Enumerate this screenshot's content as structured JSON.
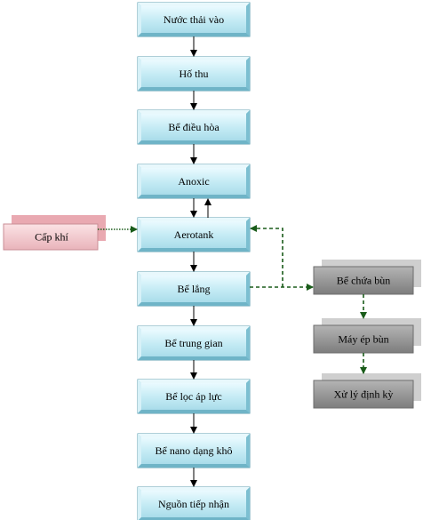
{
  "process_steps": [
    {
      "key": "nuoc-thai-vao",
      "label": "Nước thải vào"
    },
    {
      "key": "ho-thu",
      "label": "Hố thu"
    },
    {
      "key": "be-dieu-hoa",
      "label": "Bể điều hòa"
    },
    {
      "key": "anoxic",
      "label": "Anoxic"
    },
    {
      "key": "aerotank",
      "label": "Aerotank"
    },
    {
      "key": "be-lang",
      "label": "Bể lắng"
    },
    {
      "key": "be-trung-gian",
      "label": "Bể trung gian"
    },
    {
      "key": "be-loc-ap-luc",
      "label": "Bể lọc áp lực"
    },
    {
      "key": "be-nano-dang-kho",
      "label": "Bể nano dạng khô"
    },
    {
      "key": "nguon-tiep-nhan",
      "label": "Nguồn tiếp nhận"
    }
  ],
  "air_supply": {
    "label": "Cấp khí"
  },
  "sludge_line": [
    {
      "key": "be-chua-bun",
      "label": "Bể chứa bùn"
    },
    {
      "key": "may-ep-bun",
      "label": "Máy ép bùn"
    },
    {
      "key": "xu-ly-dinh-ky",
      "label": "Xử lý định kỳ"
    }
  ],
  "colors": {
    "process_face": "#c9eef6",
    "process_edge": "#7fc4d6",
    "air_face": "#f2c8cc",
    "air_shadow": "#e9a9b1",
    "sludge_face": "#9a9a9a",
    "sludge_shadow": "#cfcfcf",
    "arrow": "#000000",
    "dashed_line": "#1a5c1a"
  }
}
